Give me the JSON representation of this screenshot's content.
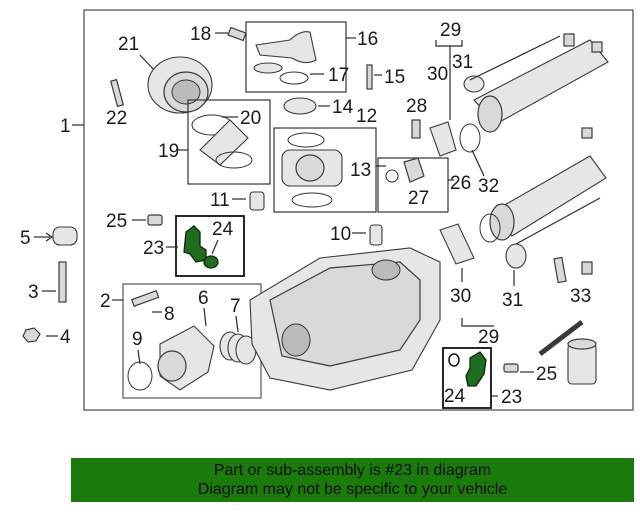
{
  "diagram": {
    "labels": {
      "l1": "1",
      "l2": "2",
      "l3": "3",
      "l4": "4",
      "l5": "5",
      "l6": "6",
      "l7": "7",
      "l8": "8",
      "l9": "9",
      "l10": "10",
      "l11": "11",
      "l12": "12",
      "l13": "13",
      "l14": "14",
      "l15": "15",
      "l16": "16",
      "l17": "17",
      "l18": "18",
      "l19": "19",
      "l20": "20",
      "l21": "21",
      "l22": "22",
      "l23": "23",
      "l24": "24",
      "l25": "25",
      "l26": "26",
      "l27": "27",
      "l28": "28",
      "l29": "29",
      "l30": "30",
      "l31": "31",
      "l32": "32",
      "l33": "33"
    },
    "highlight_color": "#1f6b1f"
  },
  "footer": {
    "line1": "Part or sub-assembly is #23 in diagram",
    "line2": "Diagram may not be specific to your vehicle",
    "background": "#1a7a0a"
  }
}
